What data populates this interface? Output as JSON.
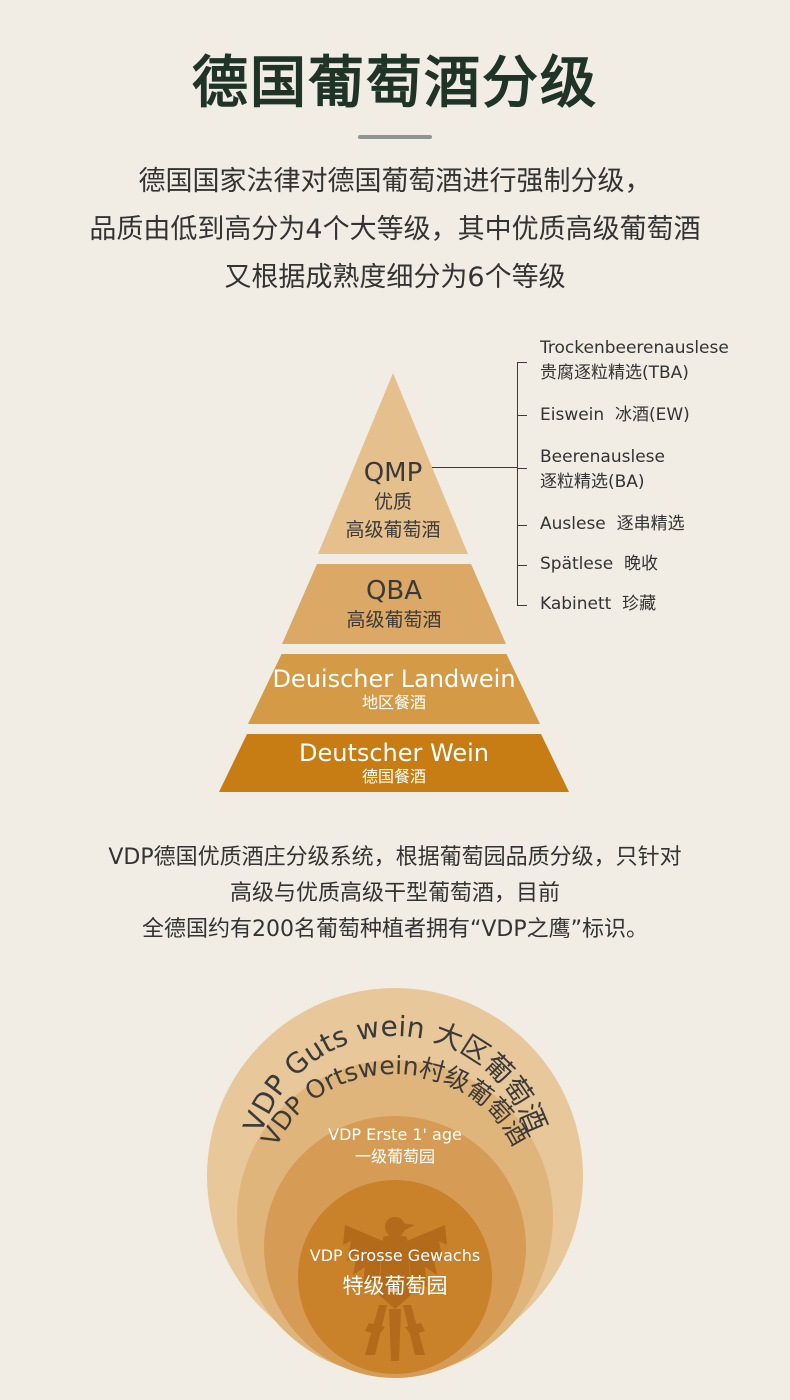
{
  "title": "德国葡萄酒分级",
  "intro": [
    "德国国家法律对德国葡萄酒进行强制分级，",
    "品质由低到高分为4个大等级，其中优质高级葡萄酒",
    "又根据成熟度细分为6个等级"
  ],
  "pyramid": {
    "qmp": {
      "name": "QMP",
      "line1": "优质",
      "line2": "高级葡萄酒"
    },
    "qba": {
      "name": "QBA",
      "line1": "高级葡萄酒"
    },
    "landwein": {
      "name": "Deuischer Landwein",
      "line1": "地区餐酒"
    },
    "wein": {
      "name": "Deutscher Wein",
      "line1": "德国餐酒"
    }
  },
  "qmp_levels": [
    {
      "de": "Trockenbeerenauslese",
      "cn": "贵腐逐粒精选(TBA)"
    },
    {
      "de": "Eiswein",
      "cn": "冰酒(EW)"
    },
    {
      "de": "Beerenauslese",
      "cn": "逐粒精选(BA)"
    },
    {
      "de": "Auslese",
      "cn": "逐串精选"
    },
    {
      "de": "Spätlese",
      "cn": "晚收"
    },
    {
      "de": "Kabinett",
      "cn": "珍藏"
    }
  ],
  "vdp_text": [
    "VDP德国优质酒庄分级系统，根据葡萄园品质分级，只针对",
    "高级与优质高级干型葡萄酒，目前",
    "全德国约有200名葡萄种植者拥有“VDP之鹰”标识。"
  ],
  "vdp_rings": {
    "gutswein": "VDP Guts wein 大区葡萄酒",
    "ortswein": "VDP Ortswein村级葡萄酒",
    "erste_de": "VDP Erste 1' age",
    "erste_cn": "一级葡萄园",
    "grosse_de": "VDP Grosse Gewachs",
    "grosse_cn": "特级葡萄园"
  },
  "colors": {
    "background": "#f1ede4",
    "title": "#1f3327",
    "tier_qmp": "#e6c08c",
    "tier_qba": "#dba866",
    "tier_landwein": "#d49a46",
    "tier_wein": "#c77c14",
    "ring_outer": "#e8c89a",
    "ring_2": "#e0b57b",
    "ring_3": "#d69c56",
    "ring_inner": "#c9812a",
    "eagle": "#b36a1b"
  },
  "icons": {
    "vdp_mark": "eagle-icon"
  }
}
